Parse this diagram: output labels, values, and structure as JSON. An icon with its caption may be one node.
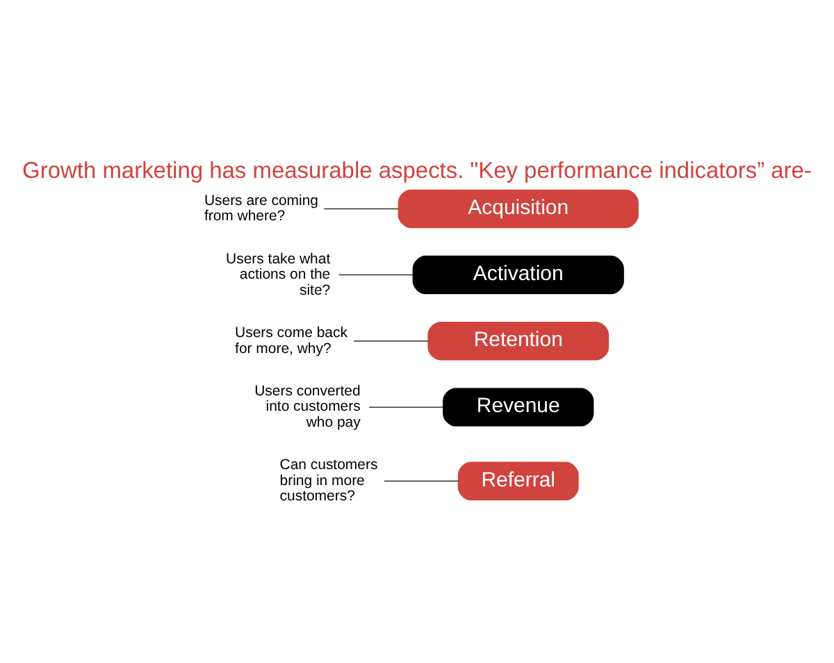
{
  "diagram": {
    "title": "Growth marketing has measurable aspects. \"Key performance indicators” are-",
    "nodes": [
      {
        "text": [
          "Acquisition"
        ]
      },
      {
        "text": [
          "Users are coming from where?"
        ]
      },
      {
        "text": [
          "Activation"
        ]
      },
      {
        "text": [
          "Users take what actions on the site?"
        ]
      },
      {
        "text": [
          "Retention"
        ]
      },
      {
        "text": [
          "Users come back for more, why?"
        ]
      },
      {
        "text": [
          "Revenue"
        ]
      },
      {
        "text": [
          "Users converted into customers who pay"
        ]
      },
      {
        "text": [
          "Referral"
        ]
      },
      {
        "text": [
          "Can customers bring in more customers?"
        ]
      }
    ],
    "edges": [
      {
        "from": 1,
        "to": 0,
        "arrow": "none"
      },
      {
        "from": 3,
        "to": 2,
        "arrow": "none"
      },
      {
        "from": 5,
        "to": 4,
        "arrow": "none"
      },
      {
        "from": 7,
        "to": 6,
        "arrow": "none"
      },
      {
        "from": 9,
        "to": 8,
        "arrow": "none"
      }
    ]
  }
}
